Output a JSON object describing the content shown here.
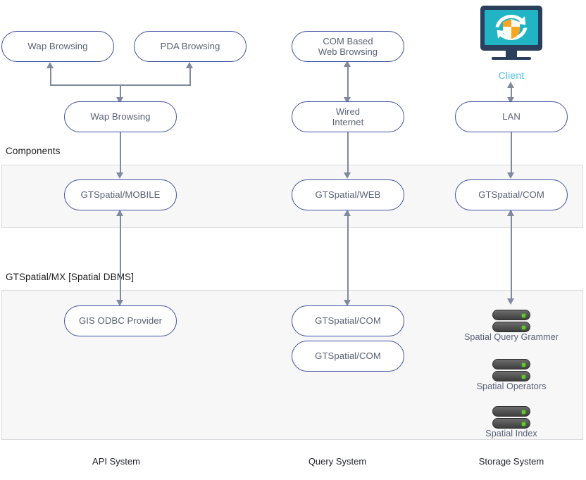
{
  "diagram": {
    "title": "GTSpatial Architecture",
    "colors": {
      "pill_border": "#3f51a3",
      "pill_text": "#5a6275",
      "connector": "#8089a0",
      "band_fill": "#f7f7f8",
      "band_border": "#d9dadd",
      "client_label": "#4fc3dd",
      "monitor_frame": "#2b3e5c",
      "monitor_screen": "#21b4c4",
      "shield": "#f5a623",
      "server_led": "#5ecb2a"
    },
    "bands": [
      {
        "id": "components",
        "label": "Components"
      },
      {
        "id": "dbms",
        "label": "GTSpatial/MX [Spatial DBMS]"
      }
    ],
    "nodes": {
      "wap_browsing_top": "Wap Browsing",
      "pda_browsing": "PDA Browsing",
      "com_based_web_browsing": "COM Based\nWeb Browsing",
      "com_based_web_browsing_l1": "COM Based",
      "com_based_web_browsing_l2": "Web Browsing",
      "wap_browsing_hub": "Wap Browsing",
      "wired_internet_l1": "Wired",
      "wired_internet_l2": "Internet",
      "lan": "LAN",
      "gtspatial_mobile": "GTSpatial/MOBILE",
      "gtspatial_web": "GTSpatial/WEB",
      "gtspatial_com_components": "GTSpatial/COM",
      "gis_odbc_provider": "GIS ODBC Provider",
      "gtspatial_com_query_1": "GTSpatial/COM",
      "gtspatial_com_query_2": "GTSpatial/COM"
    },
    "client": {
      "icon": "monitor-shield-icon",
      "label": "Client"
    },
    "storage_items": [
      {
        "icon": "server-stack-icon",
        "label": "Spatial Query Grammer"
      },
      {
        "icon": "server-stack-icon",
        "label": "Spatial Operators"
      },
      {
        "icon": "server-stack-icon",
        "label": "Spatial  Index"
      }
    ],
    "column_captions": [
      "API System",
      "Query System",
      "Storage System"
    ]
  }
}
